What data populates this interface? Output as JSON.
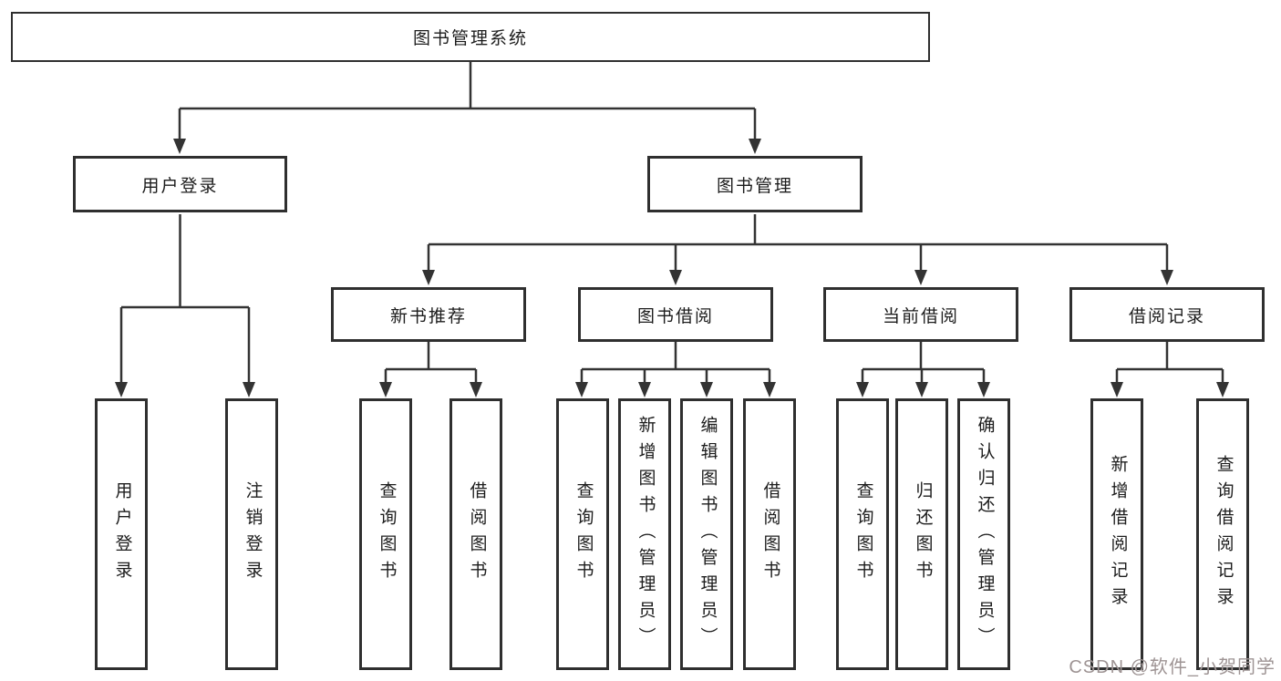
{
  "diagram": {
    "root": {
      "label": "图书管理系统"
    },
    "branches": [
      {
        "label": "用户登录",
        "children": [
          {
            "label": "用户登录"
          },
          {
            "label": "注销登录"
          }
        ]
      },
      {
        "label": "图书管理",
        "children": [
          {
            "label": "新书推荐",
            "children": [
              {
                "label": "查询图书"
              },
              {
                "label": "借阅图书"
              }
            ]
          },
          {
            "label": "图书借阅",
            "children": [
              {
                "label": "查询图书"
              },
              {
                "label": "新增图书（管理员）"
              },
              {
                "label": "编辑图书（管理员）"
              },
              {
                "label": "借阅图书"
              }
            ]
          },
          {
            "label": "当前借阅",
            "children": [
              {
                "label": "查询图书"
              },
              {
                "label": "归还图书"
              },
              {
                "label": "确认归还（管理员）"
              }
            ]
          },
          {
            "label": "借阅记录",
            "children": [
              {
                "label": "新增借阅记录"
              },
              {
                "label": "查询借阅记录"
              }
            ]
          }
        ]
      }
    ]
  },
  "watermark": {
    "text": "CSDN @软件_小贺同学"
  },
  "colors": {
    "line": "#333333",
    "box_border": "#2f2f2f",
    "text": "#1c1c1c",
    "background": "#ffffff",
    "watermark": "#9e9494"
  }
}
